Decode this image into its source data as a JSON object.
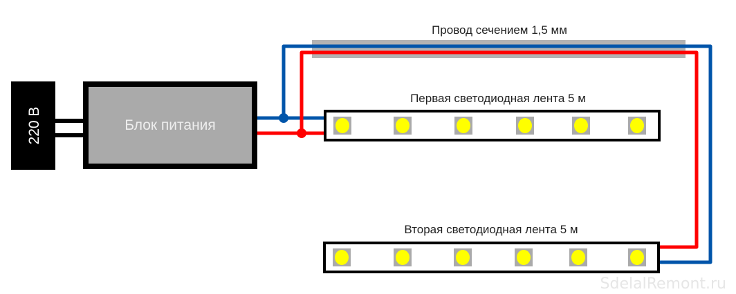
{
  "diagram": {
    "mains_source": {
      "label": "220 В"
    },
    "power_supply": {
      "label": "Блок питания"
    },
    "wire": {
      "label": "Провод сечением 1,5 мм"
    },
    "strip_1": {
      "label": "Первая светодиодная лента 5 м",
      "led_count": 6
    },
    "strip_2": {
      "label": "Вторая светодиодная лента 5 м",
      "led_count": 6
    },
    "watermark": "SdelalRemont.ru",
    "colors": {
      "positive_wire": "#ff0000",
      "negative_wire": "#0055aa",
      "led": "#ffff00",
      "led_pad": "#aaaaaa",
      "psu_fill": "#aaaaaa",
      "cable_sheath": "#b3b3b3",
      "outline": "#000000"
    }
  }
}
